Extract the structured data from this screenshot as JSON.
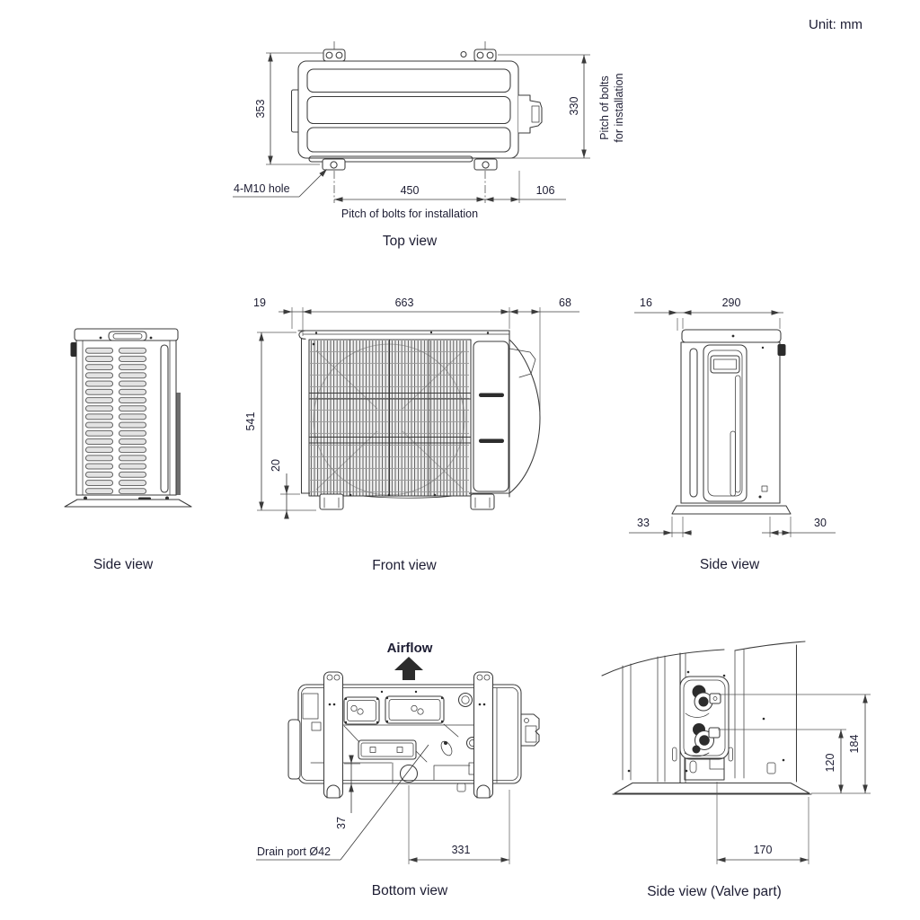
{
  "unit_note": "Unit: mm",
  "ink": {
    "line_color": "#3b3b3b",
    "text_color": "#1d1d33"
  },
  "views": {
    "top": {
      "title": "Top view",
      "dim_depth": "353",
      "dim_pitch_vertical": "330",
      "dim_pitch_horizontal": "450",
      "dim_side_offset": "106",
      "hole_label": "4-M10 hole",
      "pitch_bottom_label": "Pitch of bolts for installation",
      "pitch_right_label_line1": "Pitch of bolts",
      "pitch_right_label_line2": "for installation"
    },
    "side_left": {
      "title": "Side view"
    },
    "front": {
      "title": "Front view",
      "dim_lip": "19",
      "dim_width": "663",
      "dim_valve_side": "68",
      "dim_height": "541",
      "dim_foot": "20"
    },
    "side_right": {
      "title": "Side view",
      "dim_front_lip": "16",
      "dim_depth": "290",
      "dim_foot_front": "33",
      "dim_foot_back": "30"
    },
    "bottom": {
      "title": "Bottom view",
      "airflow_label": "Airflow",
      "drain_label": "Drain port Ø42",
      "dim_drain_offset": "37",
      "dim_valve_offset": "331"
    },
    "valve": {
      "title": "Side view (Valve part)",
      "dim_gas_valve_height": "184",
      "dim_liquid_valve_height": "120",
      "dim_horizontal": "170"
    }
  }
}
